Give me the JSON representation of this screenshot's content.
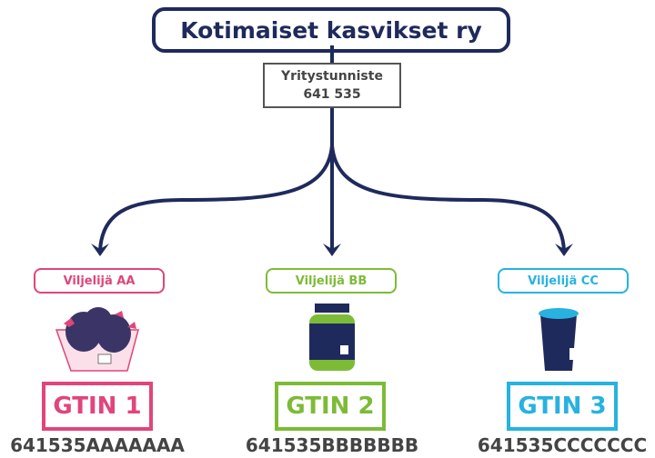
{
  "organization": "Kotimaiset kasvikset ry",
  "company_prefix": {
    "label": "Yritystunniste",
    "value": "641 535"
  },
  "farmers": [
    {
      "label": "Viljelijä AA",
      "gtin": "GTIN 1",
      "code": "641535AAAAAAA",
      "color": "#e0457b",
      "icon": "strawberry-basket-icon"
    },
    {
      "label": "Viljelijä BB",
      "gtin": "GTIN 2",
      "code": "641535BBBBBBB",
      "color": "#7dbb37",
      "icon": "jar-icon"
    },
    {
      "label": "Viljelijä CC",
      "gtin": "GTIN 3",
      "code": "641535CCCCCCC",
      "color": "#27b2e0",
      "icon": "tub-icon"
    }
  ],
  "colors": {
    "navy": "#1f2a5c"
  }
}
